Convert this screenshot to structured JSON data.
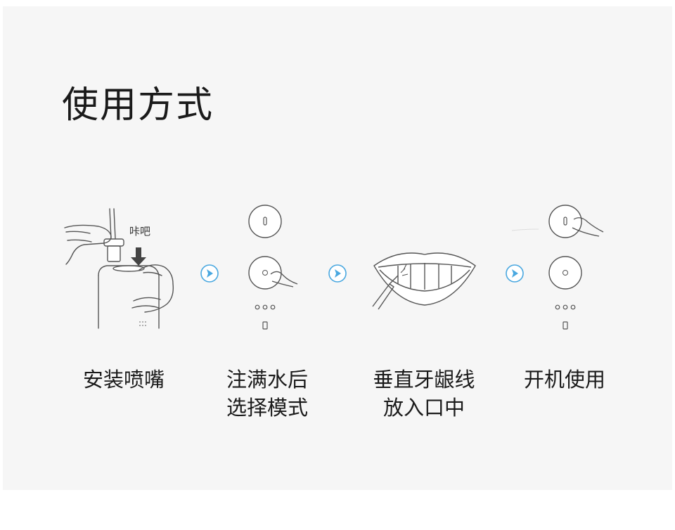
{
  "title": "使用方式",
  "click_label": "咔吧",
  "steps": [
    {
      "line1": "安装喷嘴",
      "line2": ""
    },
    {
      "line1": "注满水后",
      "line2": "选择模式"
    },
    {
      "line1": "垂直牙龈线",
      "line2": "放入口中"
    },
    {
      "line1": "开机使用",
      "line2": ""
    }
  ],
  "colors": {
    "arrow": "#4aa8e0",
    "panel": "#f6f6f6",
    "text": "#1a1a1a"
  }
}
